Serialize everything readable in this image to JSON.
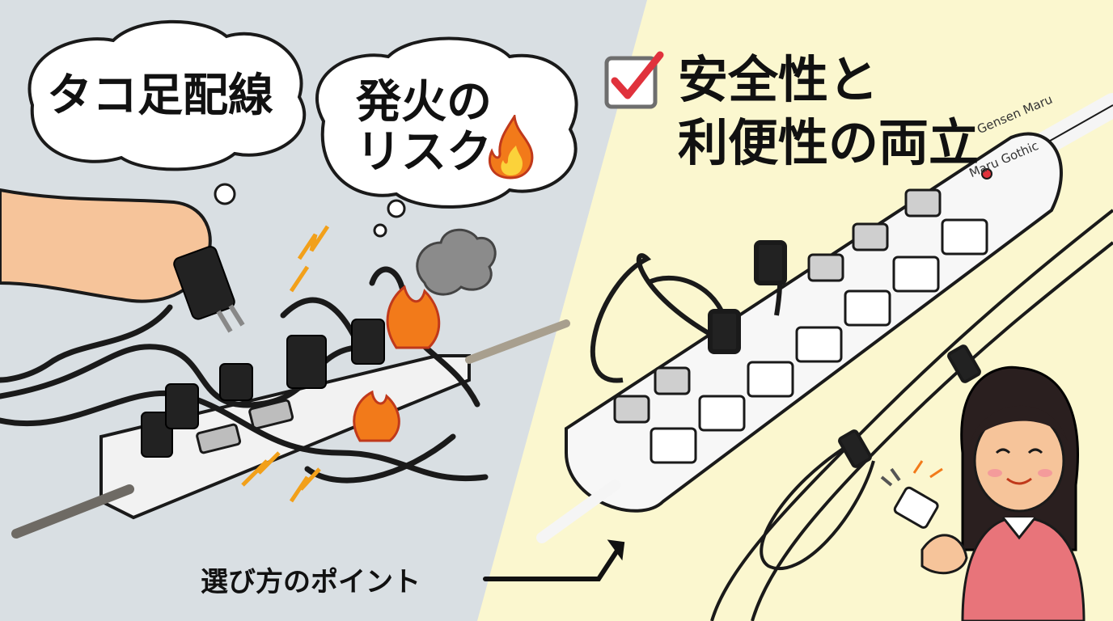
{
  "left_panel": {
    "bubble1": "タコ足配線",
    "bubble2_line1": "発火の",
    "bubble2_line2": "リスク",
    "fire_icon": "fire-icon"
  },
  "right_panel": {
    "checkbox_icon": "checkmark-icon",
    "headline_line1": "安全性と",
    "headline_line2": "利便性の両立",
    "brand_line1": "Gensen Maru",
    "brand_line2": "Maru Gothic"
  },
  "caption": "選び方のポイント",
  "colors": {
    "left_bg": "#d9dfe3",
    "right_bg": "#fbf7cf",
    "accent_red": "#e0323c",
    "flame_orange": "#f27a1a",
    "outline": "#1a1a1a"
  }
}
